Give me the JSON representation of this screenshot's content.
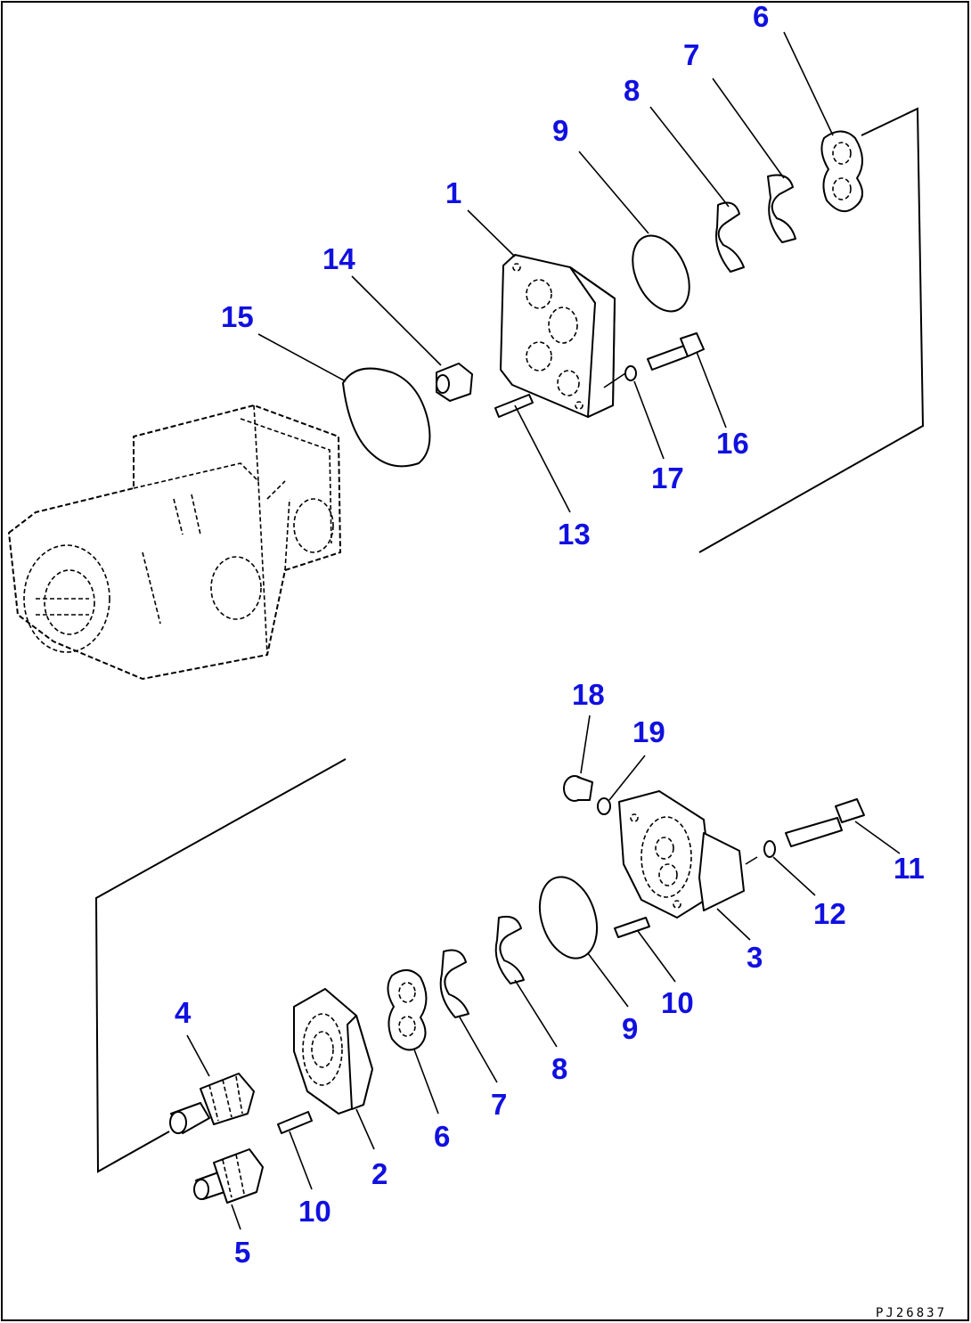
{
  "drawing_id": "PJ26837",
  "callouts": [
    "1",
    "2",
    "3",
    "4",
    "5",
    "6",
    "6",
    "7",
    "7",
    "8",
    "8",
    "9",
    "9",
    "10",
    "10",
    "11",
    "12",
    "13",
    "14",
    "15",
    "16",
    "17",
    "18",
    "19"
  ],
  "colors": {
    "callout": "#1010e0",
    "line": "#000000",
    "background": "#ffffff"
  }
}
